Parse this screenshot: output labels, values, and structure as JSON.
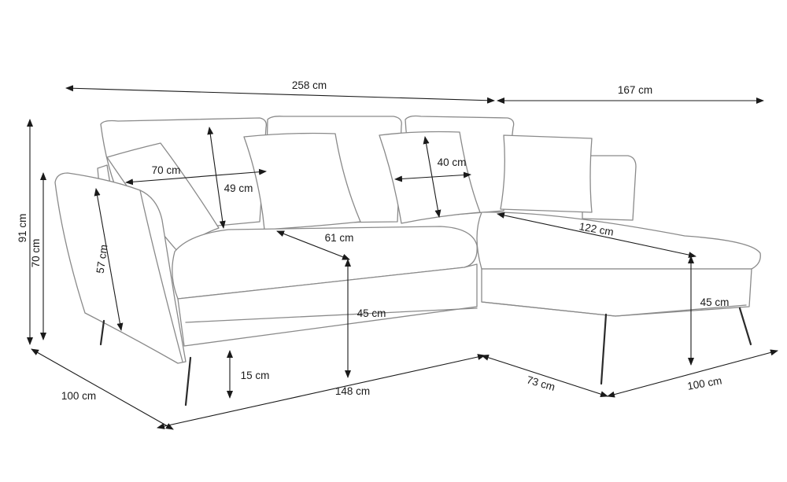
{
  "dimensions": {
    "total_width": "258 cm",
    "chaise_width": "167 cm",
    "total_height": "91 cm",
    "back_height": "70 cm",
    "arm_height": "57 cm",
    "seat_depth_arm": "70 cm",
    "back_cushion_height": "49 cm",
    "pillow_width": "40 cm",
    "seat_depth": "61 cm",
    "chaise_length": "122 cm",
    "seat_height": "45 cm",
    "seat_height_chaise": "45 cm",
    "leg_height": "15 cm",
    "depth": "100 cm",
    "main_width": "148 cm",
    "chaise_gap": "73 cm",
    "chaise_depth": "100 cm"
  },
  "colors": {
    "outline": "#8a8a8a",
    "dimension_line": "#1a1a1a",
    "legs": "#2b2b2b",
    "background": "#ffffff"
  }
}
